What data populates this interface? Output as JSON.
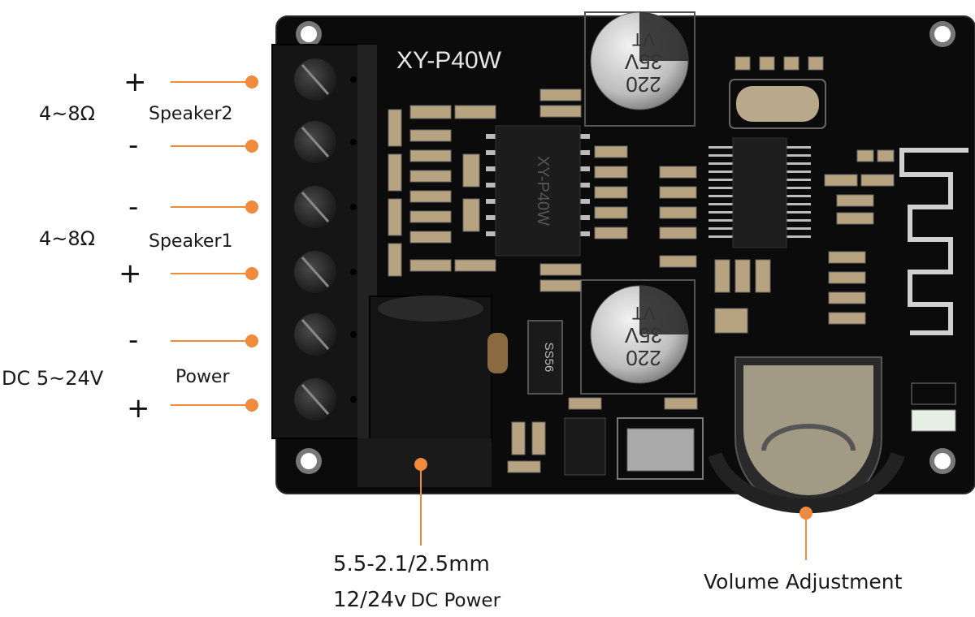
{
  "board": {
    "model_label": "XY-P40W",
    "chip_label": "XY-P40W",
    "diode_label": "SS56"
  },
  "capacitors": [
    {
      "value": "220",
      "voltage": "35V",
      "series": "VT"
    },
    {
      "value": "220",
      "voltage": "35V",
      "series": "VT"
    }
  ],
  "speaker2": {
    "label": "Speaker2",
    "impedance": "4~8Ω",
    "top_sign": "+",
    "bottom_sign": "-"
  },
  "speaker1": {
    "label": "Speaker1",
    "impedance": "4~8Ω",
    "top_sign": "-",
    "bottom_sign": "+"
  },
  "power": {
    "label": "Power",
    "voltage": "DC 5~24V",
    "top_sign": "-",
    "bottom_sign": "+"
  },
  "dc_jack": {
    "line1": "5.5-2.1/2.5mm",
    "line2_part1": "12/24v",
    "line2_part2": "DC Power"
  },
  "volume": {
    "label": "Volume Adjustment"
  },
  "colors": {
    "annotation_line": "#f08a3c",
    "pcb": "#0b0b0b",
    "terminal": "#151515",
    "silkscreen": "#e6e6e6"
  }
}
